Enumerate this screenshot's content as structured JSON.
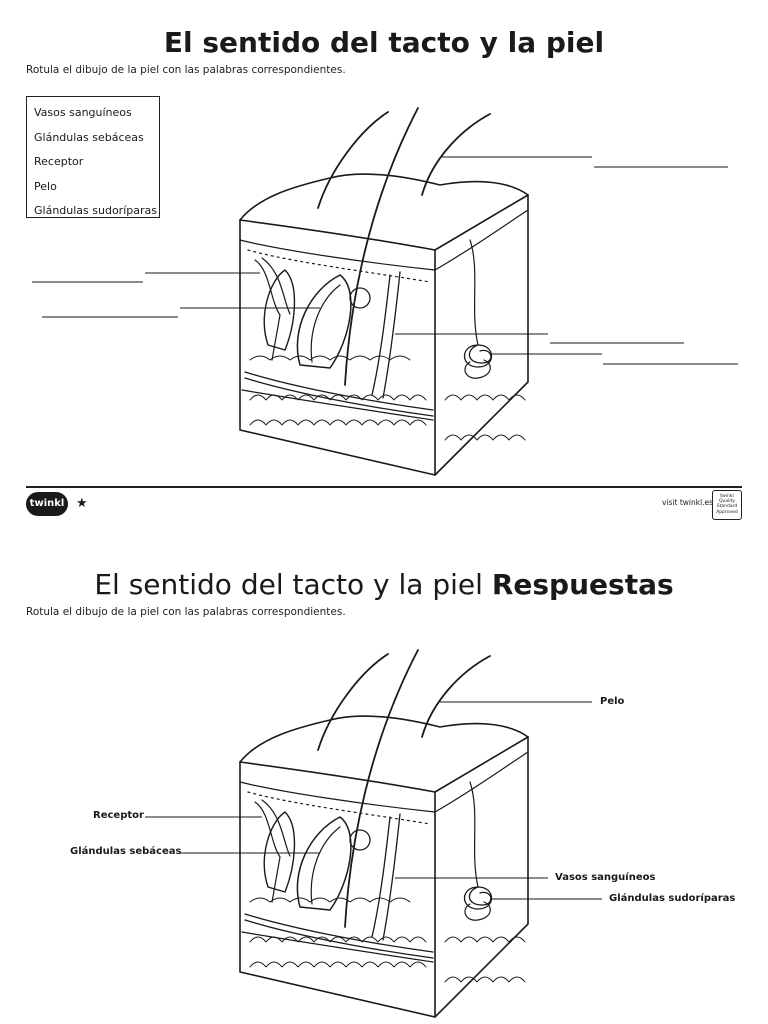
{
  "worksheet": {
    "title": "El sentido del tacto y la piel",
    "instruction": "Rotula el dibujo de la piel con las palabras correspondientes.",
    "word_bank": [
      "Vasos sanguíneos",
      "Glándulas sebáceas",
      "Receptor",
      "Pelo",
      "Glándulas sudoríparas"
    ]
  },
  "footer": {
    "logo": "twinkl",
    "visit": "visit twinkl.es",
    "badge": [
      "twinkl",
      "Quality Standard",
      "Approved"
    ]
  },
  "answers": {
    "title_regular": "El sentido del tacto y la piel",
    "title_bold": "Respuestas",
    "instruction": "Rotula el dibujo de la piel con las palabras correspondientes.",
    "labels": {
      "pelo": "Pelo",
      "receptor": "Receptor",
      "sebaceas": "Glándulas sebáceas",
      "vasos": "Vasos sanguíneos",
      "sudoriparas": "Glándulas sudoríparas"
    }
  }
}
